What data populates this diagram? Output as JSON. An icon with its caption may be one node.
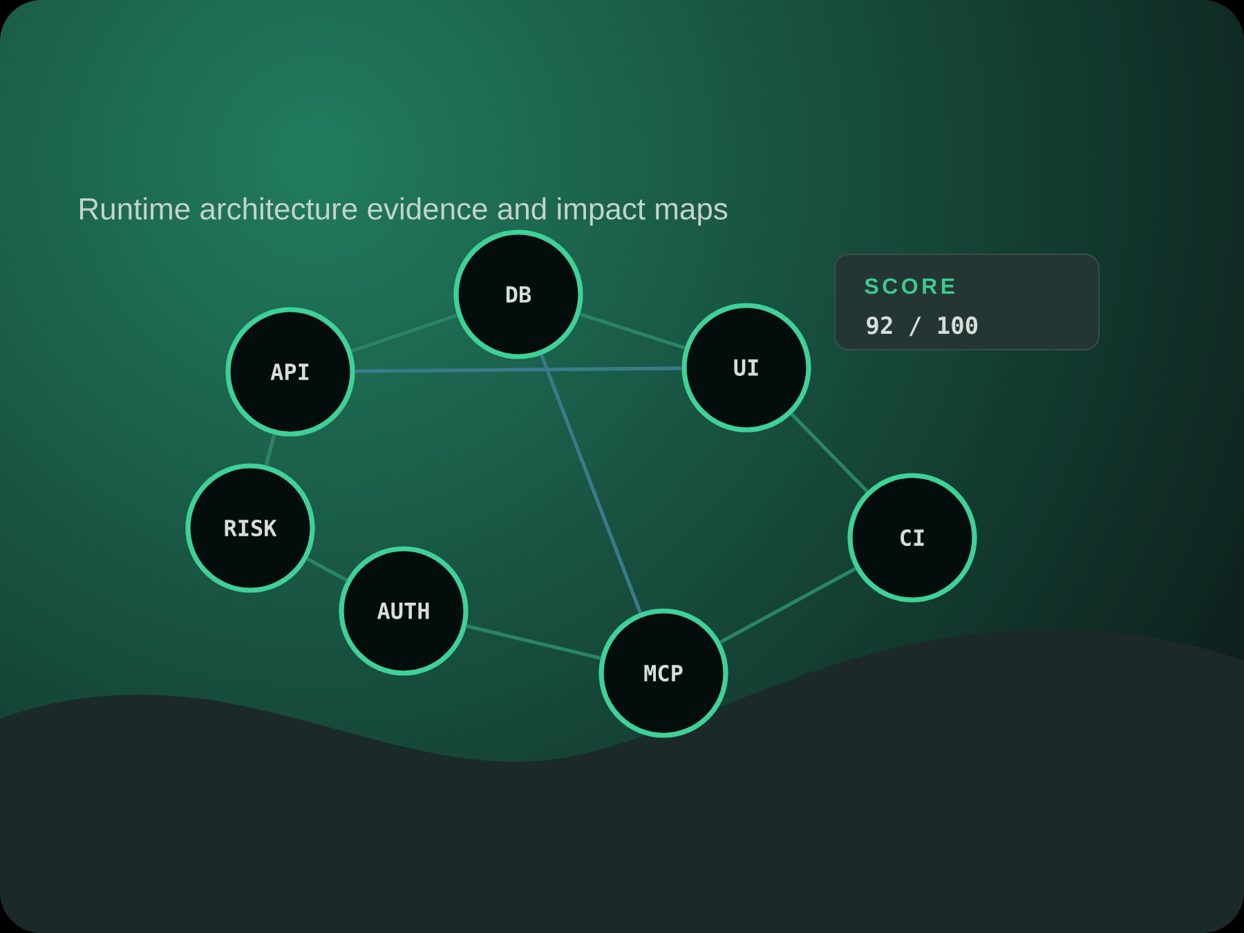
{
  "diagram": {
    "nodes": [
      {
        "text": [
          "DB"
        ]
      },
      {
        "text": [
          "SCORE",
          "92 / 100"
        ]
      },
      {
        "text": [
          "API"
        ]
      },
      {
        "text": [
          "UI"
        ]
      },
      {
        "text": [
          "RISK"
        ]
      },
      {
        "text": [
          "CI"
        ]
      },
      {
        "text": [
          "AUTH"
        ]
      },
      {
        "text": [
          "MCP"
        ]
      }
    ],
    "edges": [
      {
        "from": 2,
        "to": 0,
        "arrow": "none"
      },
      {
        "from": 2,
        "to": 3,
        "arrow": "none",
        "color": "#3b7a8c"
      },
      {
        "from": 0,
        "to": 3,
        "arrow": "none"
      },
      {
        "from": 0,
        "to": 7,
        "arrow": "none",
        "color": "#3b7a8c"
      },
      {
        "from": 3,
        "to": 5,
        "arrow": "none"
      },
      {
        "from": 5,
        "to": 7,
        "arrow": "none"
      },
      {
        "from": 2,
        "to": 4,
        "arrow": "none"
      },
      {
        "from": 4,
        "to": 6,
        "arrow": "none"
      },
      {
        "from": 6,
        "to": 7,
        "arrow": "none"
      }
    ],
    "labels": [
      "Runtime architecture evidence and impact maps"
    ]
  }
}
